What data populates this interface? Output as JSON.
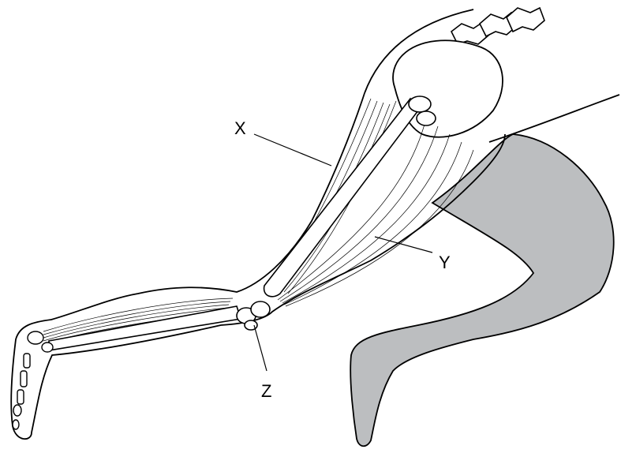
{
  "labels": {
    "x": "X",
    "y": "Y",
    "z": "Z"
  },
  "colors": {
    "outline": "#000000",
    "other_leg_fill": "#bcbec0",
    "background": "#ffffff"
  }
}
